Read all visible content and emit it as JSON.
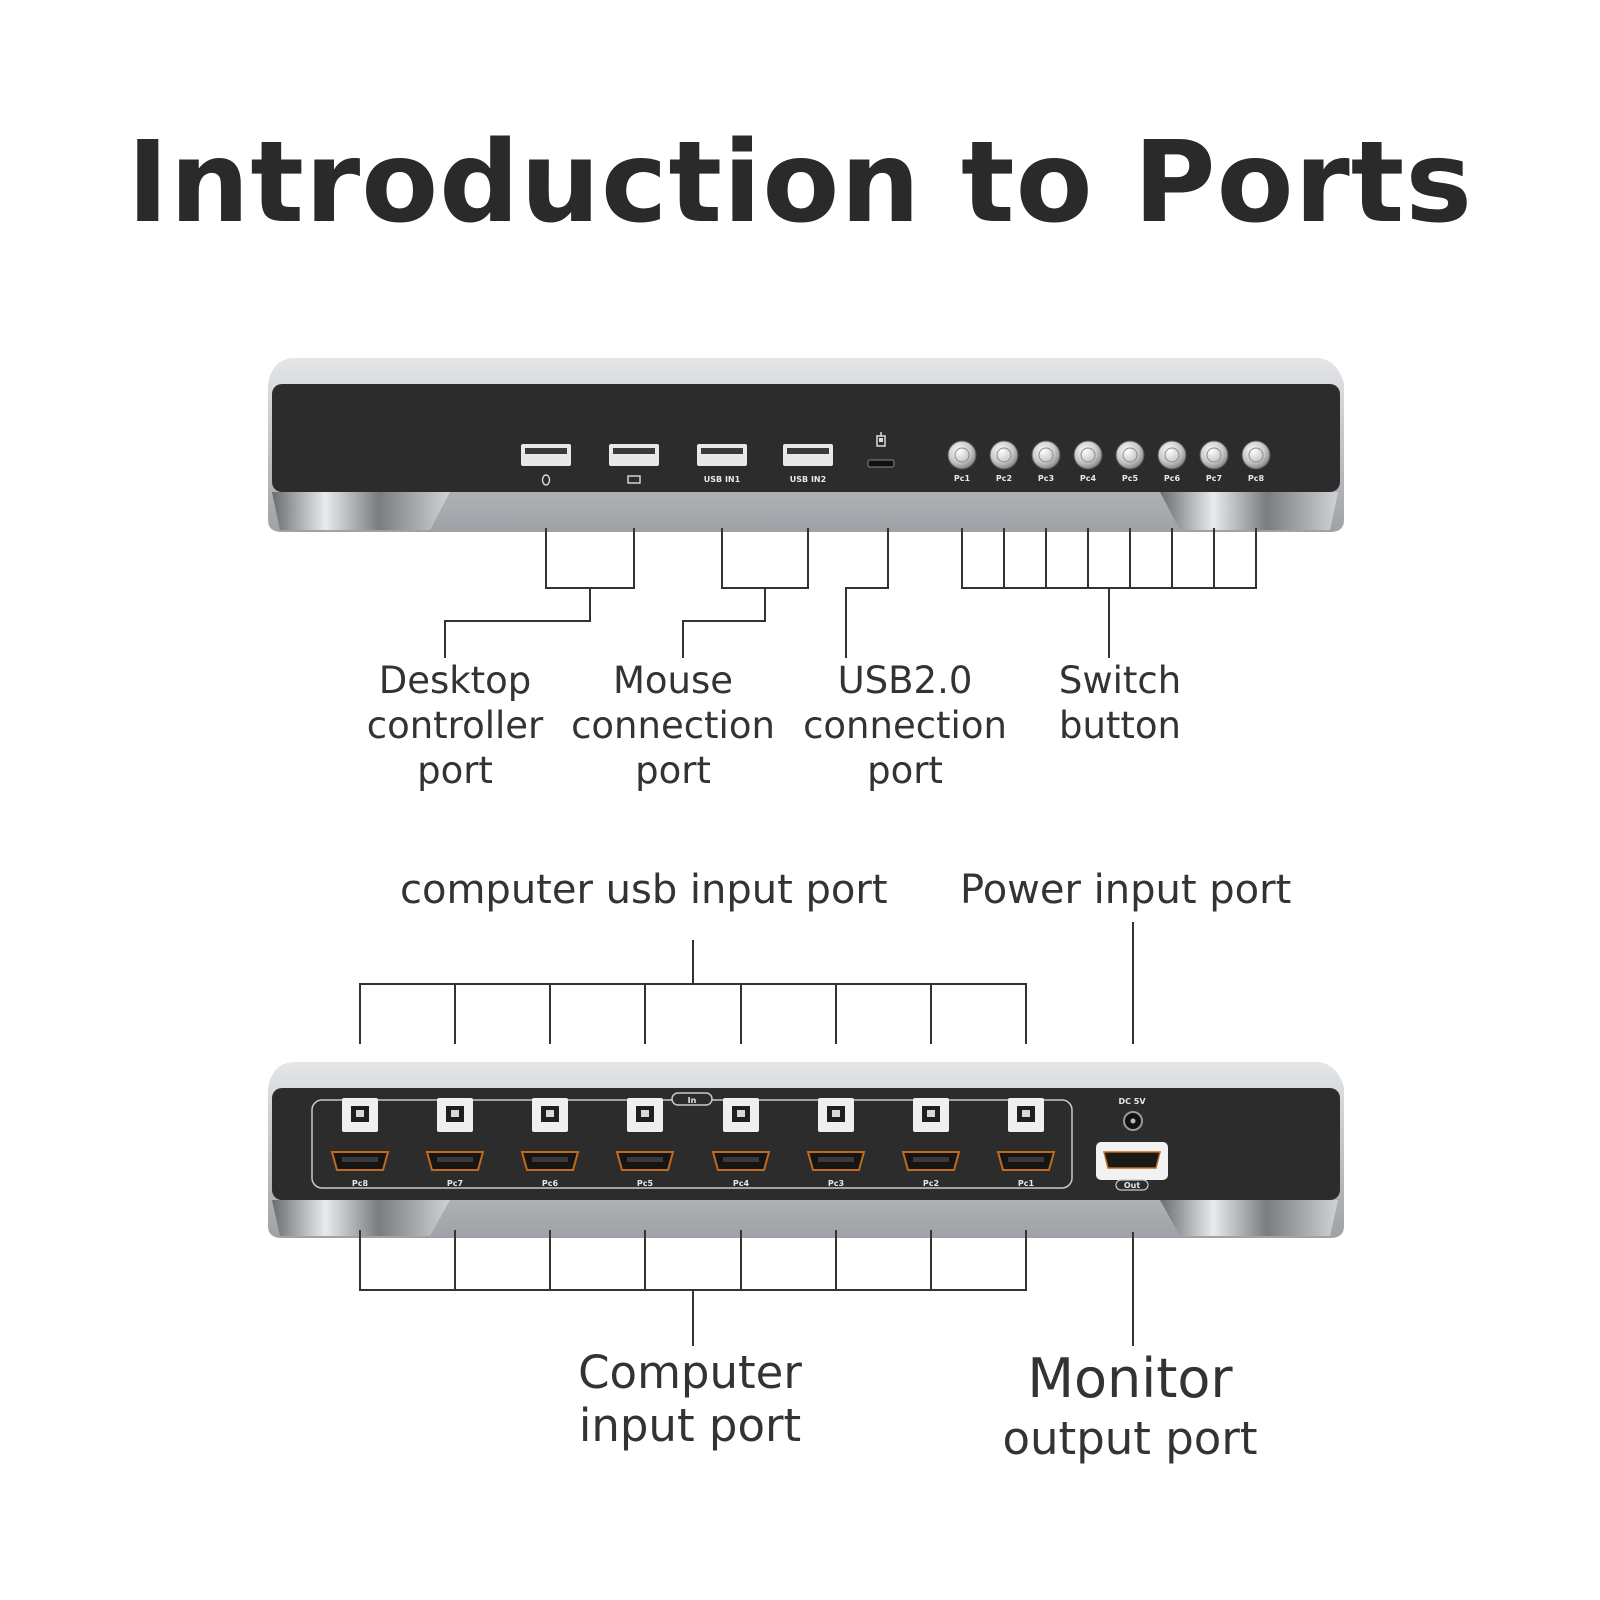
{
  "title": "Introduction to Ports",
  "front_panel": {
    "usb_port_captions": [
      "",
      "",
      "USB IN1",
      "USB IN2"
    ],
    "switch_captions": [
      "Pc1",
      "Pc2",
      "Pc3",
      "Pc4",
      "Pc5",
      "Pc6",
      "Pc7",
      "Pc8"
    ],
    "labels": {
      "desktop_controller": [
        "Desktop",
        "controller",
        "port"
      ],
      "mouse_connection": [
        "Mouse",
        "connection",
        "port"
      ],
      "usb2_connection": [
        "USB2.0",
        "connection",
        "port"
      ],
      "switch_button": [
        "Switch",
        "button"
      ]
    }
  },
  "rear_panel": {
    "pc_captions": [
      "Pc8",
      "Pc7",
      "Pc6",
      "Pc5",
      "Pc4",
      "Pc3",
      "Pc2",
      "Pc1"
    ],
    "in_caption": "In",
    "dc_caption": "DC 5V",
    "out_caption": "Out",
    "labels": {
      "computer_usb_input": "computer usb  input port",
      "power_input": "Power input port",
      "computer_input": [
        "Computer",
        "input port"
      ],
      "monitor_output": [
        "Monitor",
        "output port"
      ]
    }
  },
  "colors": {
    "panel": "#2c2c2c",
    "chassis": "#b9bcc0",
    "hdmi": "#c06a1a",
    "text": "#2a2a2a"
  }
}
